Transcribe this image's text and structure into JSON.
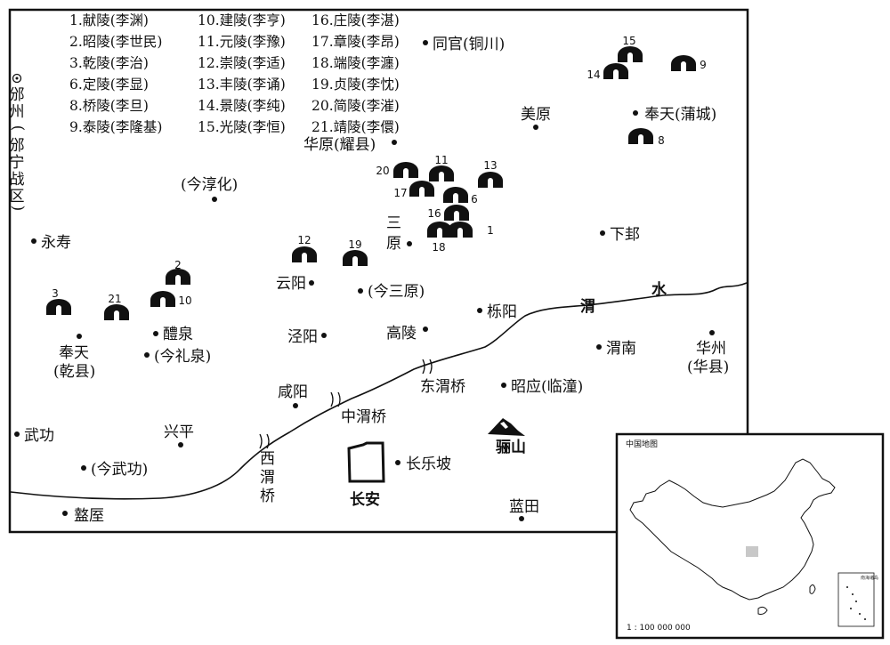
{
  "legend": [
    "1.献陵(李渊)",
    "2.昭陵(李世民)",
    "3.乾陵(李治)",
    "6.定陵(李显)",
    "8.桥陵(李旦)",
    "9.泰陵(李隆基)",
    "10.建陵(李亨)",
    "11.元陵(李豫)",
    "12.崇陵(李适)",
    "13.丰陵(李诵)",
    "14.景陵(李纯)",
    "15.光陵(李恒)",
    "16.庄陵(李湛)",
    "17.章陵(李昂)",
    "18.端陵(李瀍)",
    "19.贞陵(李忱)",
    "20.简陵(李漼)",
    "21.靖陵(李儇)"
  ],
  "left_edge_label": [
    "邠",
    "州",
    "(",
    "邠",
    "宁",
    "战",
    "区",
    ")"
  ],
  "places": {
    "tongguan": "同官(铜川)",
    "meiyuan": "美原",
    "fengtian_pucheng": "奉天(蒲城)",
    "huayuan": "华原(耀县)",
    "jinchunhua": "(今淳化)",
    "sanyuan_1": "三",
    "sanyuan_2": "原",
    "xiagui": "下邽",
    "yongshou": "永寿",
    "yunyang": "云阳",
    "jinsanyuan": "(今三原)",
    "liyang": "栎阳",
    "fengtian_qian_1": "奉天",
    "fengtian_qian_2": "(乾县)",
    "liquan": "醴泉",
    "jinliquan": "(今礼泉)",
    "jingyang": "泾阳",
    "gaoling": "高陵",
    "weinan": "渭南",
    "huazhou_1": "华州",
    "huazhou_2": "(华县)",
    "xianyang": "咸阳",
    "dongweiqiao": "东渭桥",
    "zhaoying": "昭应(临潼)",
    "wugong": "武功",
    "xingping": "兴平",
    "zhongweiqiao": "中渭桥",
    "lishan": "骊山",
    "jinwugong": "(今武功)",
    "xiweiqiao_1": "西",
    "xiweiqiao_2": "渭",
    "xiweiqiao_3": "桥",
    "changlepo": "长乐坡",
    "changan": "长安",
    "zhouzhi": "盩厔",
    "lantian": "蓝田"
  },
  "river": {
    "char1": "渭",
    "char2": "水"
  },
  "tombs": [
    {
      "id": "1"
    },
    {
      "id": "2"
    },
    {
      "id": "3"
    },
    {
      "id": "6"
    },
    {
      "id": "8"
    },
    {
      "id": "9"
    },
    {
      "id": "10"
    },
    {
      "id": "11"
    },
    {
      "id": "12"
    },
    {
      "id": "13"
    },
    {
      "id": "14"
    },
    {
      "id": "15"
    },
    {
      "id": "16"
    },
    {
      "id": "17"
    },
    {
      "id": "18"
    },
    {
      "id": "19"
    },
    {
      "id": "20"
    },
    {
      "id": "21"
    }
  ],
  "inset": {
    "title": "中国地图",
    "scale": "1 : 100 000 000",
    "sub_title": "南海诸岛"
  },
  "colors": {
    "ink": "#111111",
    "highlight": "#c8c8c8"
  }
}
